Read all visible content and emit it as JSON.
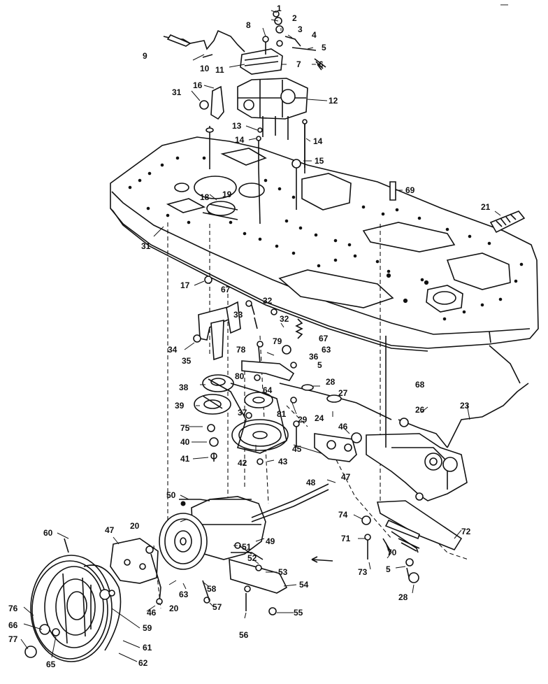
{
  "header_fragment": "—   ",
  "callouts": [
    {
      "id": "c1",
      "text": "1"
    },
    {
      "id": "c2",
      "text": "2"
    },
    {
      "id": "c3",
      "text": "3"
    },
    {
      "id": "c4",
      "text": "4"
    },
    {
      "id": "c5",
      "text": "5"
    },
    {
      "id": "c6",
      "text": "6"
    },
    {
      "id": "c7",
      "text": "7"
    },
    {
      "id": "c8",
      "text": "8"
    },
    {
      "id": "c9",
      "text": "9"
    },
    {
      "id": "c10",
      "text": "10"
    },
    {
      "id": "c11",
      "text": "11"
    },
    {
      "id": "c12",
      "text": "12"
    },
    {
      "id": "c13",
      "text": "13"
    },
    {
      "id": "c14a",
      "text": "14"
    },
    {
      "id": "c14b",
      "text": "14"
    },
    {
      "id": "c15",
      "text": "15"
    },
    {
      "id": "c16",
      "text": "16"
    },
    {
      "id": "c31a",
      "text": "31"
    },
    {
      "id": "c18",
      "text": "18"
    },
    {
      "id": "c19",
      "text": "19"
    },
    {
      "id": "c31b",
      "text": "31"
    },
    {
      "id": "c69",
      "text": "69"
    },
    {
      "id": "c21",
      "text": "21"
    },
    {
      "id": "c17",
      "text": "17"
    },
    {
      "id": "c67a",
      "text": "67"
    },
    {
      "id": "c33",
      "text": "33"
    },
    {
      "id": "c32a",
      "text": "32"
    },
    {
      "id": "c32b",
      "text": "32"
    },
    {
      "id": "c67b",
      "text": "67"
    },
    {
      "id": "c34",
      "text": "34"
    },
    {
      "id": "c78",
      "text": "78"
    },
    {
      "id": "c79",
      "text": "79"
    },
    {
      "id": "c63a",
      "text": "63"
    },
    {
      "id": "c35",
      "text": "35"
    },
    {
      "id": "c36",
      "text": "36"
    },
    {
      "id": "c5b",
      "text": "5"
    },
    {
      "id": "c80",
      "text": "80"
    },
    {
      "id": "c28a",
      "text": "28"
    },
    {
      "id": "c68",
      "text": "68"
    },
    {
      "id": "c38",
      "text": "38"
    },
    {
      "id": "c64",
      "text": "64"
    },
    {
      "id": "c27",
      "text": "27"
    },
    {
      "id": "c39",
      "text": "39"
    },
    {
      "id": "c37",
      "text": "37"
    },
    {
      "id": "c81",
      "text": "81"
    },
    {
      "id": "c29",
      "text": "29"
    },
    {
      "id": "c24",
      "text": "24"
    },
    {
      "id": "c26",
      "text": "26"
    },
    {
      "id": "c23",
      "text": "23"
    },
    {
      "id": "c75",
      "text": "75"
    },
    {
      "id": "c46a",
      "text": "46"
    },
    {
      "id": "c40",
      "text": "40"
    },
    {
      "id": "c45",
      "text": "45"
    },
    {
      "id": "c47a",
      "text": "47"
    },
    {
      "id": "c42",
      "text": "42"
    },
    {
      "id": "c43",
      "text": "43"
    },
    {
      "id": "c41",
      "text": "41"
    },
    {
      "id": "c48",
      "text": "48"
    },
    {
      "id": "c74",
      "text": "74"
    },
    {
      "id": "c50",
      "text": "50"
    },
    {
      "id": "c20a",
      "text": "20"
    },
    {
      "id": "c49",
      "text": "49"
    },
    {
      "id": "c72",
      "text": "72"
    },
    {
      "id": "c60",
      "text": "60"
    },
    {
      "id": "c47b",
      "text": "47"
    },
    {
      "id": "c51",
      "text": "51"
    },
    {
      "id": "c71",
      "text": "71"
    },
    {
      "id": "c70",
      "text": "70"
    },
    {
      "id": "c73",
      "text": "73"
    },
    {
      "id": "c52",
      "text": "52"
    },
    {
      "id": "c53",
      "text": "53"
    },
    {
      "id": "c5c",
      "text": "5"
    },
    {
      "id": "c63b",
      "text": "63"
    },
    {
      "id": "c58",
      "text": "58"
    },
    {
      "id": "c54",
      "text": "54"
    },
    {
      "id": "c28b",
      "text": "28"
    },
    {
      "id": "c46b",
      "text": "46"
    },
    {
      "id": "c20b",
      "text": "20"
    },
    {
      "id": "c57",
      "text": "57"
    },
    {
      "id": "c55",
      "text": "55"
    },
    {
      "id": "c76",
      "text": "76"
    },
    {
      "id": "c59",
      "text": "59"
    },
    {
      "id": "c66",
      "text": "66"
    },
    {
      "id": "c56",
      "text": "56"
    },
    {
      "id": "c77",
      "text": "77"
    },
    {
      "id": "c61",
      "text": "61"
    },
    {
      "id": "c65",
      "text": "65"
    },
    {
      "id": "c62",
      "text": "62"
    }
  ]
}
